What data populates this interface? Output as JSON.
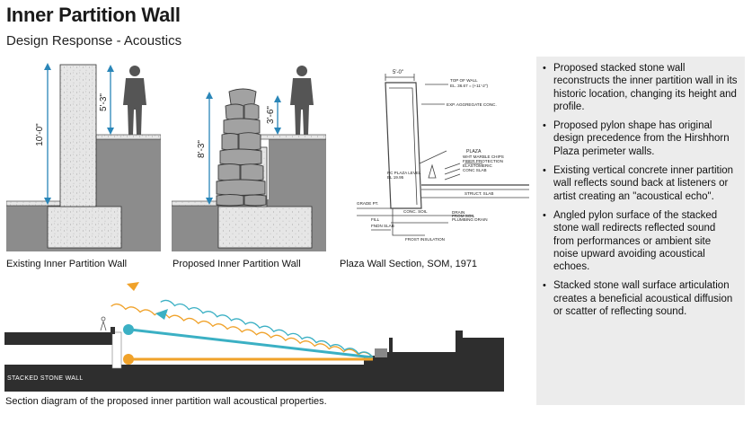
{
  "header": {
    "title": "Inner Partition Wall",
    "subtitle": "Design Response - Acoustics"
  },
  "panels": {
    "existing": {
      "caption": "Existing Inner Partition Wall",
      "height_label": "10'-0\"",
      "person_label": "5'-3\""
    },
    "proposed": {
      "caption": "Proposed Inner Partition Wall",
      "height_label": "8'-3\"",
      "person_label": "3'-6\""
    },
    "plaza": {
      "caption": "Plaza Wall Section, SOM, 1971",
      "dim": "5'-0\"",
      "notes": [
        "TOP OF WALL",
        "EL. 36.67 = (+11'-2\")",
        "EXP. AGGREGATE CONC.",
        "PLAZA",
        "WHT MARBLE CHIPS",
        "FIBER PROTECTION",
        "ELASTOMERIC",
        "CONC SLAB",
        "GRADE PT.",
        "CONC. SOIL",
        "PLUMBING DRAIN",
        "FILL",
        "FNDN SLAB",
        "DRAIN",
        "FROM SOIL",
        "PC PLAZA LEVEL",
        "EL 19.95",
        "STRUCT. SLAB",
        "FROST INSULATION"
      ]
    },
    "section": {
      "caption": "Section diagram of the proposed inner partition wall acoustical properties.",
      "label": "STACKED STONE WALL"
    }
  },
  "sidebar": {
    "bullets": [
      "Proposed stacked stone wall reconstructs the inner partition wall in its historic location, changing its height and profile.",
      "Proposed pylon shape has original design precedence from the Hirshhorn Plaza perimeter walls.",
      "Existing vertical concrete inner partition wall reflects sound back at listeners or artist creating an \"acoustical echo\".",
      "Angled pylon surface of the stacked stone wall redirects reflected sound from performances or ambient site noise upward avoiding acoustical echoes.",
      "Stacked stone wall surface articulation creates a beneficial acoustical diffusion or scatter of reflecting sound."
    ]
  },
  "colors": {
    "dim_blue": "#2a86b8",
    "ground_gray": "#8a8a8a",
    "concrete": "#e4e4e4",
    "stone": "#9c9c9c",
    "sound_teal": "#3bb0c4",
    "sound_orange": "#f0a22a",
    "dark_band": "#2e2e2e"
  }
}
